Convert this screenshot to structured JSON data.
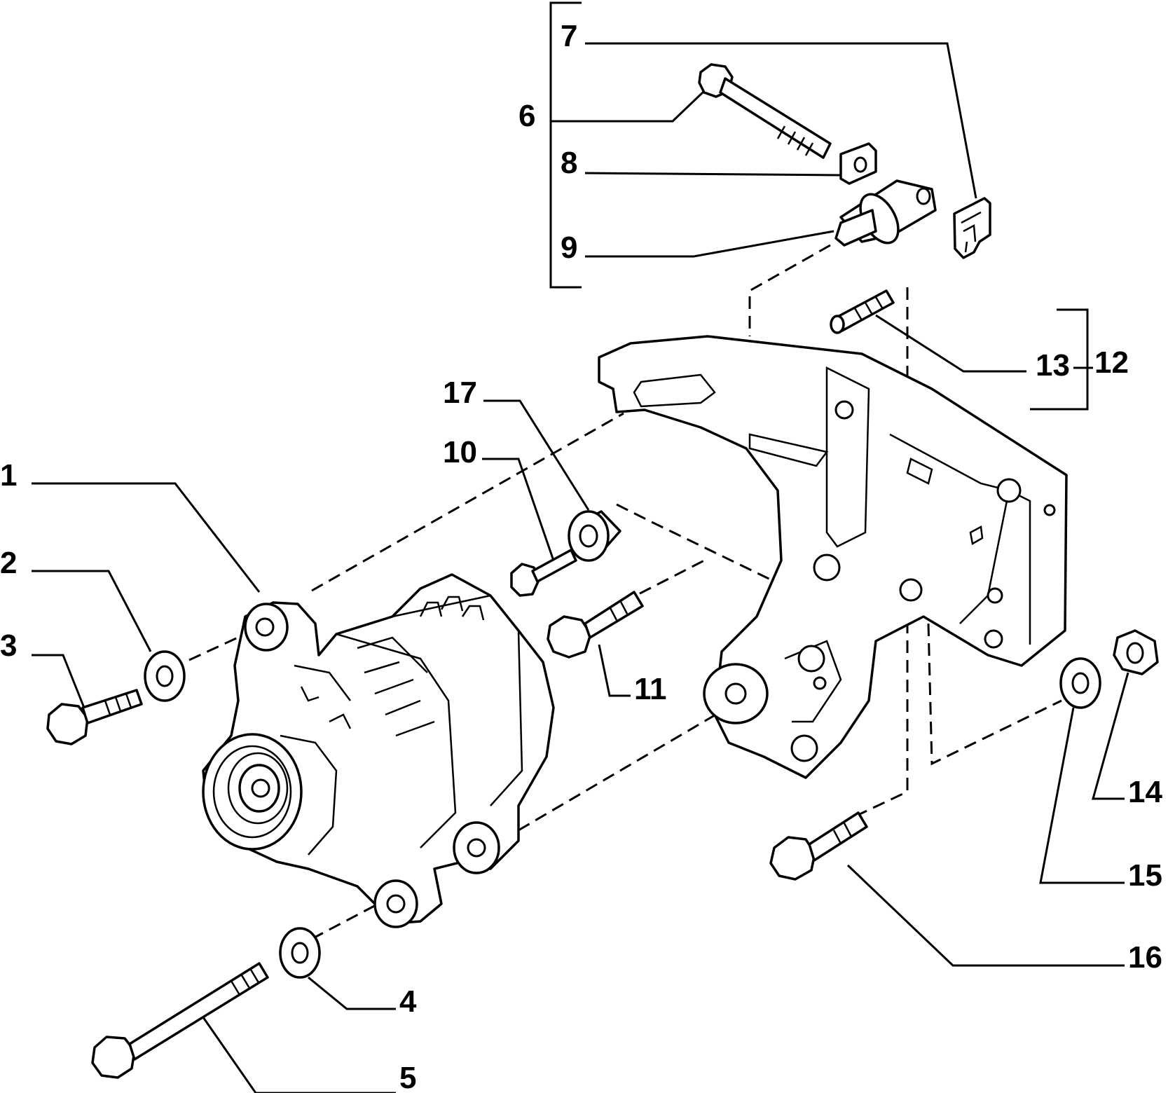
{
  "callouts": {
    "n1": "1",
    "n2": "2",
    "n3": "3",
    "n4": "4",
    "n5": "5",
    "n6": "6",
    "n7": "7",
    "n8": "8",
    "n9": "9",
    "n10": "10",
    "n11": "11",
    "n12": "12",
    "n13": "13",
    "n14": "14",
    "n15": "15",
    "n16": "16",
    "n17": "17"
  },
  "colors": {
    "line": "#000000",
    "background": "#ffffff"
  }
}
